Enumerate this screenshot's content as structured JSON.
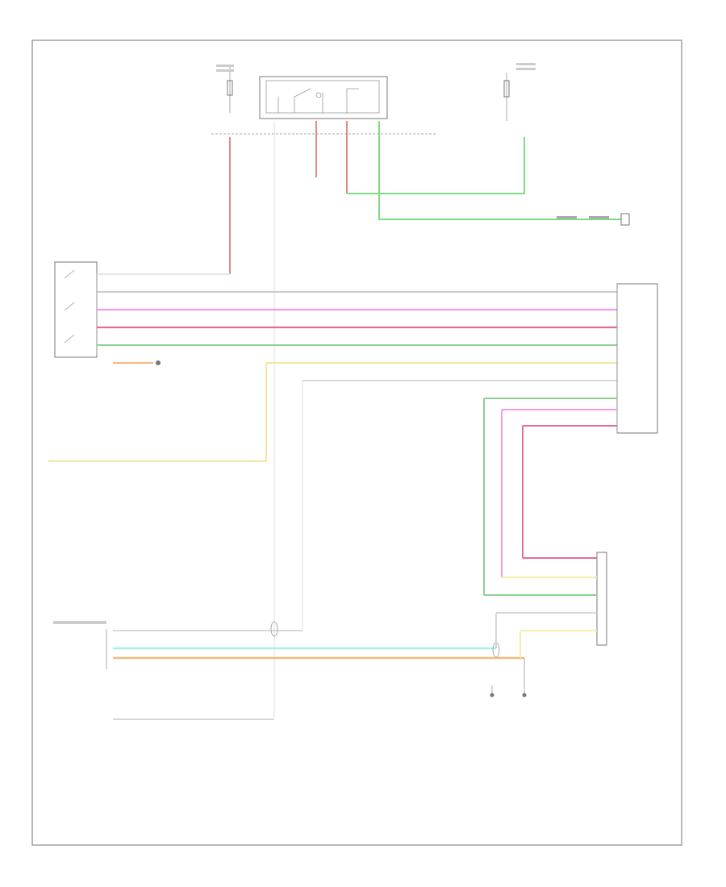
{
  "diagram": {
    "footer_code": "",
    "text_legible": false
  },
  "colors": {
    "background": "#ffffff",
    "frame": "#888888",
    "red_wire": "#e08a8a",
    "green_wire": "#7fdc7f",
    "white_wire": "#bbbbbb",
    "pink_wire": "#f29ae8",
    "red_pink_wire": "#e86a9a",
    "green_white_wire": "#8fd08f",
    "yellow_wire": "#f2e6a0",
    "orange_wire": "#f5b878",
    "light_blue_wire": "#a8eeee",
    "light_yellow_wire": "#f2f0a8"
  },
  "components": [
    {
      "name": "hot-at-all-times-fuse-top-left",
      "symbol": "fuse"
    },
    {
      "name": "relay-top-center",
      "symbol": "relay"
    },
    {
      "name": "hot-in-run-fuse-top-right",
      "symbol": "fuse"
    },
    {
      "name": "junction-connector-right-top",
      "symbol": "connector"
    },
    {
      "name": "multi-switch-left",
      "symbol": "switch"
    },
    {
      "name": "ground-left",
      "symbol": "ground"
    },
    {
      "name": "connector-right-middle",
      "symbol": "connector"
    },
    {
      "name": "module-connector-right-lower",
      "symbol": "connector"
    },
    {
      "name": "control-module-bottom-left",
      "symbol": "module"
    },
    {
      "name": "ground-bottom-center",
      "symbol": "ground"
    },
    {
      "name": "shielded-pair-bottom-center",
      "symbol": "shield"
    }
  ],
  "wires": [
    {
      "name": "red-wire-left-riser",
      "color_key": "red_wire"
    },
    {
      "name": "red-wire-right-riser",
      "color_key": "red_wire"
    },
    {
      "name": "green-wire-to-right-top",
      "color_key": "green_wire"
    },
    {
      "name": "green-wire-ground-right",
      "color_key": "green_wire"
    },
    {
      "name": "white-wire-row-1",
      "color_key": "white_wire"
    },
    {
      "name": "pink-wire-row-2",
      "color_key": "pink_wire"
    },
    {
      "name": "red-pink-wire-row-3",
      "color_key": "red_pink_wire"
    },
    {
      "name": "green-white-wire-row-4",
      "color_key": "green_white_wire"
    },
    {
      "name": "yellow-wire-row-5",
      "color_key": "yellow_wire"
    },
    {
      "name": "orange-wire-bottom",
      "color_key": "orange_wire"
    },
    {
      "name": "light-blue-wire-bottom",
      "color_key": "light_blue_wire"
    }
  ]
}
